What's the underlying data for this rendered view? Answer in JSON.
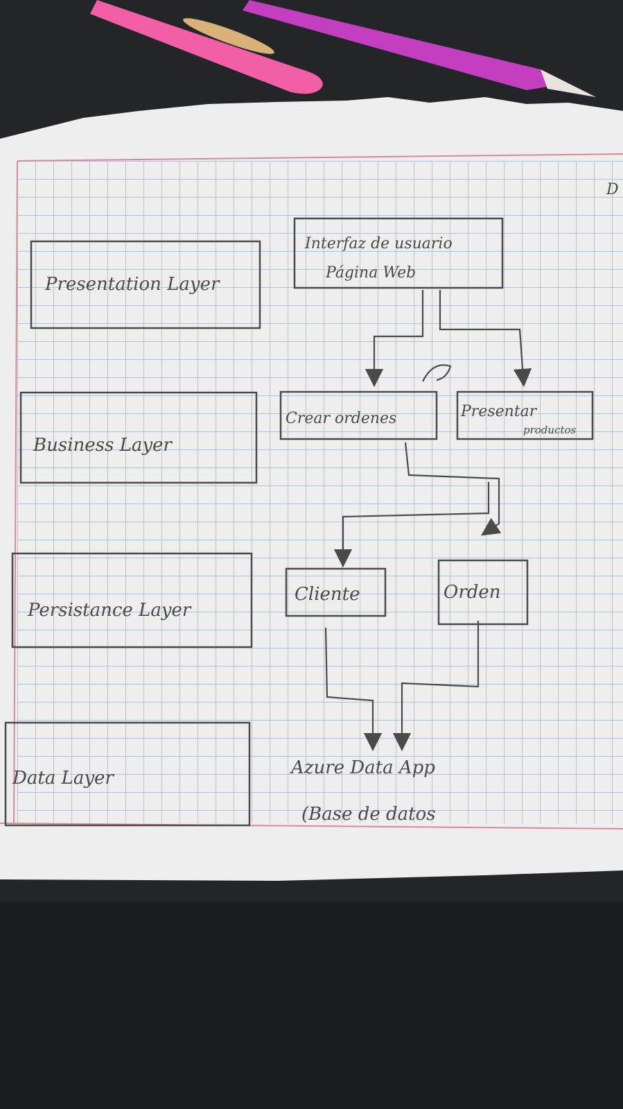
{
  "layers": {
    "presentation": "Presentation Layer",
    "business": "Business Layer",
    "persistence": "Persistance Layer",
    "data": "Data Layer"
  },
  "nodes": {
    "ui_line1": "Interfaz de usuario",
    "ui_line2": "Página Web",
    "crear_ordenes": "Crear ordenes",
    "presentar_line1": "Presentar",
    "presentar_line2": "productos",
    "cliente": "Cliente",
    "orden": "Orden",
    "azure_line1": "Azure Data App",
    "azure_line2": "(Base de datos"
  },
  "edge_note": "D",
  "colors": {
    "paper": "#eeeeee",
    "grid": "#8ea9c7",
    "margin_line": "#d88a94",
    "pencil": "#4a4a4a",
    "highlighter": "#f25fa6",
    "pen": "#c43fbf"
  }
}
